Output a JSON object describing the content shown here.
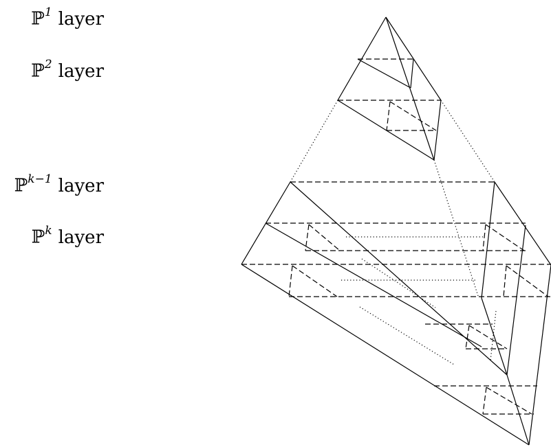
{
  "labels": [
    {
      "symbol": "ℙ",
      "exponent": "1",
      "word": "layer"
    },
    {
      "symbol": "ℙ",
      "exponent": "2",
      "word": "layer"
    },
    {
      "symbol": "ℙ",
      "exponent": "k−1",
      "word": "layer"
    },
    {
      "symbol": "ℙ",
      "exponent": "k",
      "word": "layer"
    }
  ]
}
